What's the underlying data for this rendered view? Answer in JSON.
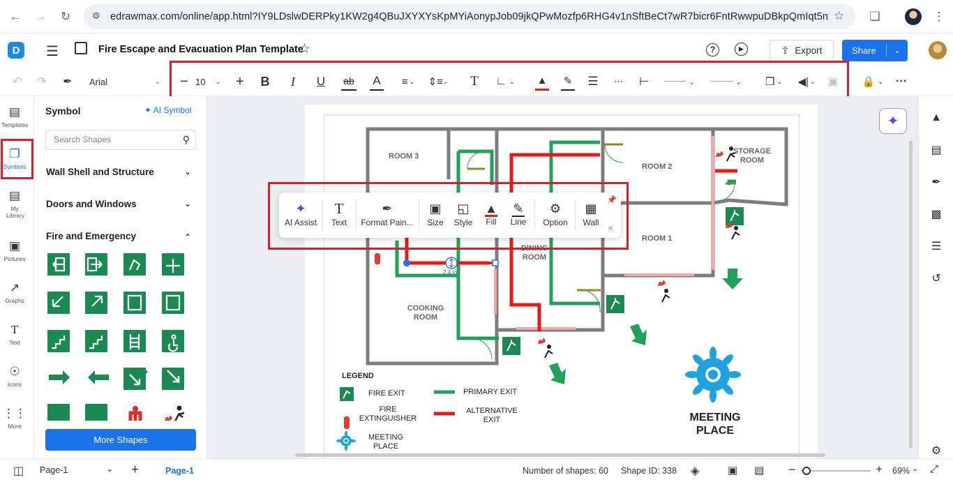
{
  "browser": {
    "url": "edrawmax.com/online/app.html?IY9LDslwDERPky1KW2g4QBuJXYXYsKpMYiAonypJob09jkQPwMozfp6RHG4v1nSftBeCt7wR7bicr6FntRwwpuDBkpQmIqt5nxRMRYDXx..."
  },
  "app": {
    "logo_letter": "D",
    "document_title": "Fire Escape and Evacuation Plan Template",
    "export_label": "Export",
    "share_label": "Share"
  },
  "toolbar": {
    "font_family": "Arial",
    "font_size": "10"
  },
  "rail": [
    {
      "label": "Templates"
    },
    {
      "label": "Symbols"
    },
    {
      "label": "My Library"
    },
    {
      "label": "Pictures"
    },
    {
      "label": "Graphs"
    },
    {
      "label": "Text"
    },
    {
      "label": "Icons"
    },
    {
      "label": "More"
    }
  ],
  "panel": {
    "title": "Symbol",
    "ai_symbol": "AI Symbol",
    "search_placeholder": "Search Shapes",
    "categories": [
      {
        "label": "Wall Shell and Structure",
        "expanded": false
      },
      {
        "label": "Doors and Windows",
        "expanded": false
      },
      {
        "label": "Fire and Emergency",
        "expanded": true
      }
    ],
    "more_shapes": "More Shapes"
  },
  "quickbar": {
    "items": [
      {
        "label": "AI Assist",
        "icon": "sparkle-icon"
      },
      {
        "label": "Text",
        "icon": "text-icon"
      },
      {
        "label": "Format Pain...",
        "icon": "format-painter-icon"
      },
      {
        "label": "Size",
        "icon": "size-icon"
      },
      {
        "label": "Style",
        "icon": "style-icon"
      },
      {
        "label": "Fill",
        "icon": "fill-icon"
      },
      {
        "label": "Line",
        "icon": "line-icon"
      },
      {
        "label": "Option",
        "icon": "option-icon"
      },
      {
        "label": "Wall",
        "icon": "wall-icon"
      }
    ]
  },
  "diagram": {
    "rooms": [
      "ROOM 3",
      "ROOM 2",
      "STORAGE ROOM",
      "ROOM 1",
      "DINING ROOM",
      "COOKING ROOM"
    ],
    "dimension": "2.4 m",
    "legend_title": "LEGEND",
    "legend": {
      "fire_exit": "FIRE EXIT",
      "extinguisher": "FIRE EXTINGUISHER",
      "meeting_place": "MEETING PLACE",
      "primary_exit": "PRIMARY EXIT",
      "alternative_exit": "ALTERNATIVE EXIT"
    },
    "meeting_place_label": "MEETING PLACE",
    "colors": {
      "wall": "#7d7d7d",
      "primary": "#21a05a",
      "alternative": "#e31b1b",
      "meeting": "#1ea3e0"
    }
  },
  "statusbar": {
    "page_select": "Page-1",
    "page_tab": "Page-1",
    "shapes": "Number of shapes: 60",
    "shape_id": "Shape ID: 338",
    "zoom": "69%"
  }
}
